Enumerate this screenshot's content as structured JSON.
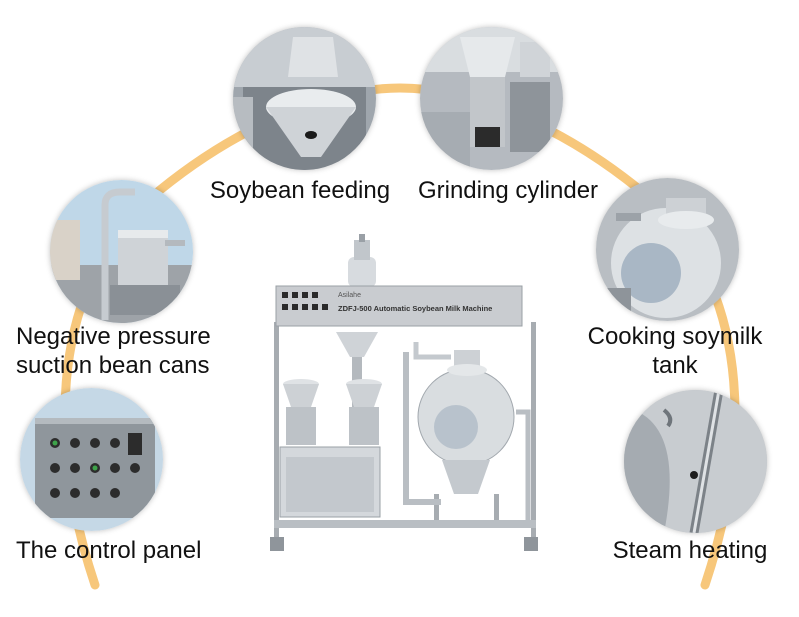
{
  "colors": {
    "arc": "#f7c77b",
    "steel": "#c9ccd0",
    "steel_dark": "#8f959c",
    "label": "#111111"
  },
  "features": [
    {
      "id": "soybean-feeding",
      "label": "Soybean feeding"
    },
    {
      "id": "grinding-cylinder",
      "label": "Grinding cylinder"
    },
    {
      "id": "negative-pressure",
      "label_line1": "Negative pressure",
      "label_line2": "suction bean cans"
    },
    {
      "id": "cooking-tank",
      "label_line1": "Cooking soymilk",
      "label_line2": "tank"
    },
    {
      "id": "control-panel",
      "label": "The control panel"
    },
    {
      "id": "steam-heating",
      "label": "Steam heating"
    }
  ],
  "machine": {
    "brand": "Asilahe",
    "model_title": "ZDFJ-500 Automatic Soybean Milk Machine"
  }
}
